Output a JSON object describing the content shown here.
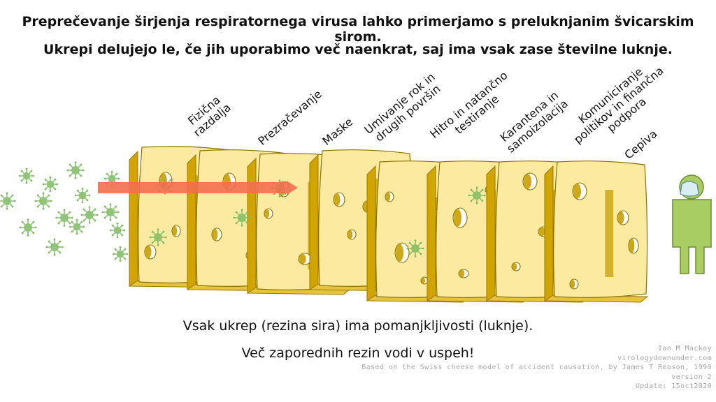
{
  "intro": {
    "line1": "Preprečevanje širjenja respiratornega virusa lahko primerjamo s preluknjanim švicarskim sirom.",
    "line2": "Ukrepi delujejo le, če jih uporabimo več naenkrat, saj ima vsak zase številne luknje."
  },
  "layers": [
    {
      "label": "Fizična\nrazdalja"
    },
    {
      "label": "Prezračevanje"
    },
    {
      "label": "Maske"
    },
    {
      "label": "Umivanje rok in\ndrugih površin"
    },
    {
      "label": "Hitro in natančno\ntestiranje"
    },
    {
      "label": "Karantena in\nsamoizolacija"
    },
    {
      "label": "Komuniciranje\npolitikov in finančna\npodpora"
    },
    {
      "label": "Cepiva"
    }
  ],
  "footer": {
    "line1": "Vsak ukrep (rezina sira) ima pomanjkljivosti (luknje).",
    "line2": "Več zaporednih rezin vodi v uspeh!"
  },
  "credits": {
    "author": "Ian M Mackay",
    "site": "virologydownunder.com",
    "source": "Based on the Swiss cheese model of accident causation, by James T Reason, 1990",
    "version": "version 2",
    "update": "Update: 15oct2020"
  },
  "colors": {
    "cheese_face": "#fbeaa0",
    "cheese_edge": "#d2a400",
    "cheese_hole": "#c8a000",
    "virus": "#7dbb62",
    "arrow": "#f26f4e",
    "person": "#a9cd62"
  },
  "icons": [
    "virus-particle-icon",
    "person-with-mask-icon",
    "arrow-icon"
  ]
}
